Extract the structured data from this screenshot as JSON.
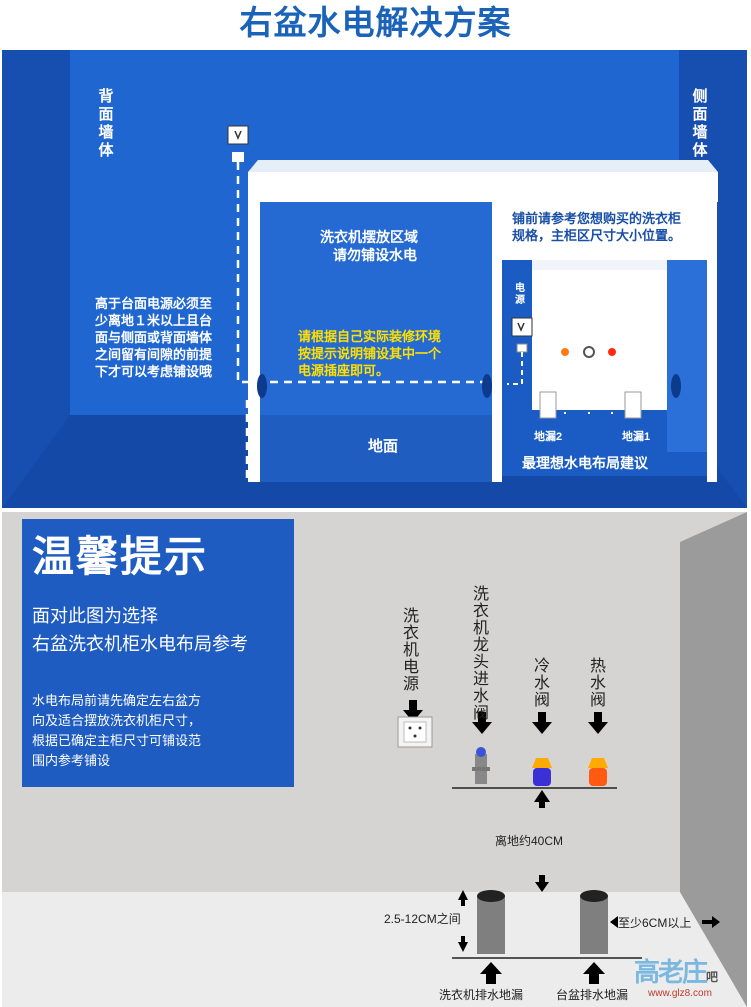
{
  "title": "右盆水电解决方案",
  "room": {
    "back_wall": "背面墙体",
    "side_wall": "侧面墙体",
    "washer_area": "洗衣机摆放区域",
    "no_lay": "请勿铺设水电",
    "height_note": [
      "高于台面电源必须至",
      "少离地１米以上且台",
      "面与侧面或背面墙体",
      "之间留有间隙的前提",
      "下才可以考虑铺设哦"
    ],
    "yellow_note": [
      "请根据自己实际装修环境",
      "按提示说明铺设其中一个",
      "电源插座即可。"
    ],
    "floor": "地面",
    "cabinet_note": [
      "铺前请参考您想购买的洗衣柜",
      "规格，主柜区尺寸大小位置。"
    ],
    "power": "电源",
    "washer_valve": "洗衣机进水阀",
    "cold_valve": "冷水阀",
    "hot_valve": "热水阀",
    "height": "离地约40cm",
    "drain2": "地漏2",
    "drain1": "地漏1",
    "ideal": "最理想水电布局建议"
  },
  "tips": {
    "heading": "温馨提示",
    "sub1": "面对此图为选择",
    "sub2": "右盆洗衣机柜水电布局参考",
    "para": [
      "水电布局前请先确定左右盆方",
      "向及适合摆放洗衣机柜尺寸，",
      "根据已确定主柜尺寸可铺设范",
      "围内参考铺设"
    ]
  },
  "lower": {
    "washer_power": "洗衣机电源",
    "faucet_valve": "洗衣机龙头进水阀",
    "cold_valve": "冷水阀",
    "hot_valve": "热水阀",
    "height": "离地约40CM",
    "gap": "2.5-12CM之间",
    "min_gap": "至少6CM以上",
    "drain_washer": "洗衣机排水地漏",
    "drain_basin": "台盆排水地漏"
  },
  "watermark": {
    "logo": "高老庄",
    "suffix": "吧",
    "url": "www.glz8.com"
  },
  "colors": {
    "room_blue": "#1a5cc4",
    "title_blue": "#1a63b8",
    "yellow": "#ffe000",
    "cold": "#3b2fd6",
    "hot": "#ff5a10",
    "cap": "#ffaa00"
  }
}
